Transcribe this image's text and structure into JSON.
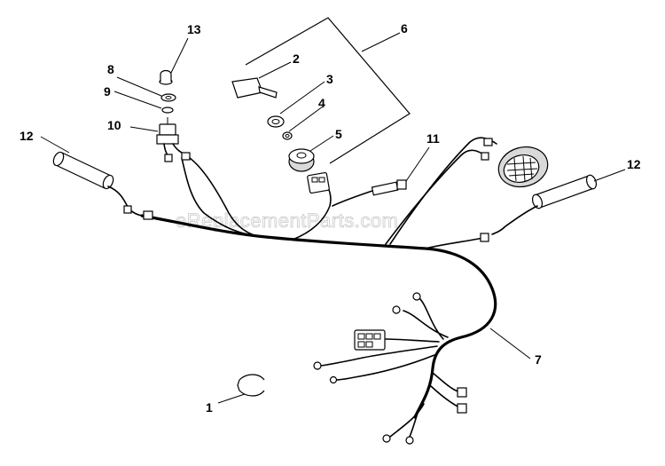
{
  "watermark": "eReplacementParts.com",
  "callouts": [
    {
      "id": "c1",
      "label": "1"
    },
    {
      "id": "c2",
      "label": "2"
    },
    {
      "id": "c3",
      "label": "3"
    },
    {
      "id": "c4",
      "label": "4"
    },
    {
      "id": "c5",
      "label": "5"
    },
    {
      "id": "c6",
      "label": "6"
    },
    {
      "id": "c7",
      "label": "7"
    },
    {
      "id": "c8",
      "label": "8"
    },
    {
      "id": "c9",
      "label": "9"
    },
    {
      "id": "c10",
      "label": "10"
    },
    {
      "id": "c11",
      "label": "11"
    },
    {
      "id": "c12a",
      "label": "12"
    },
    {
      "id": "c12b",
      "label": "12"
    },
    {
      "id": "c13",
      "label": "13"
    }
  ]
}
